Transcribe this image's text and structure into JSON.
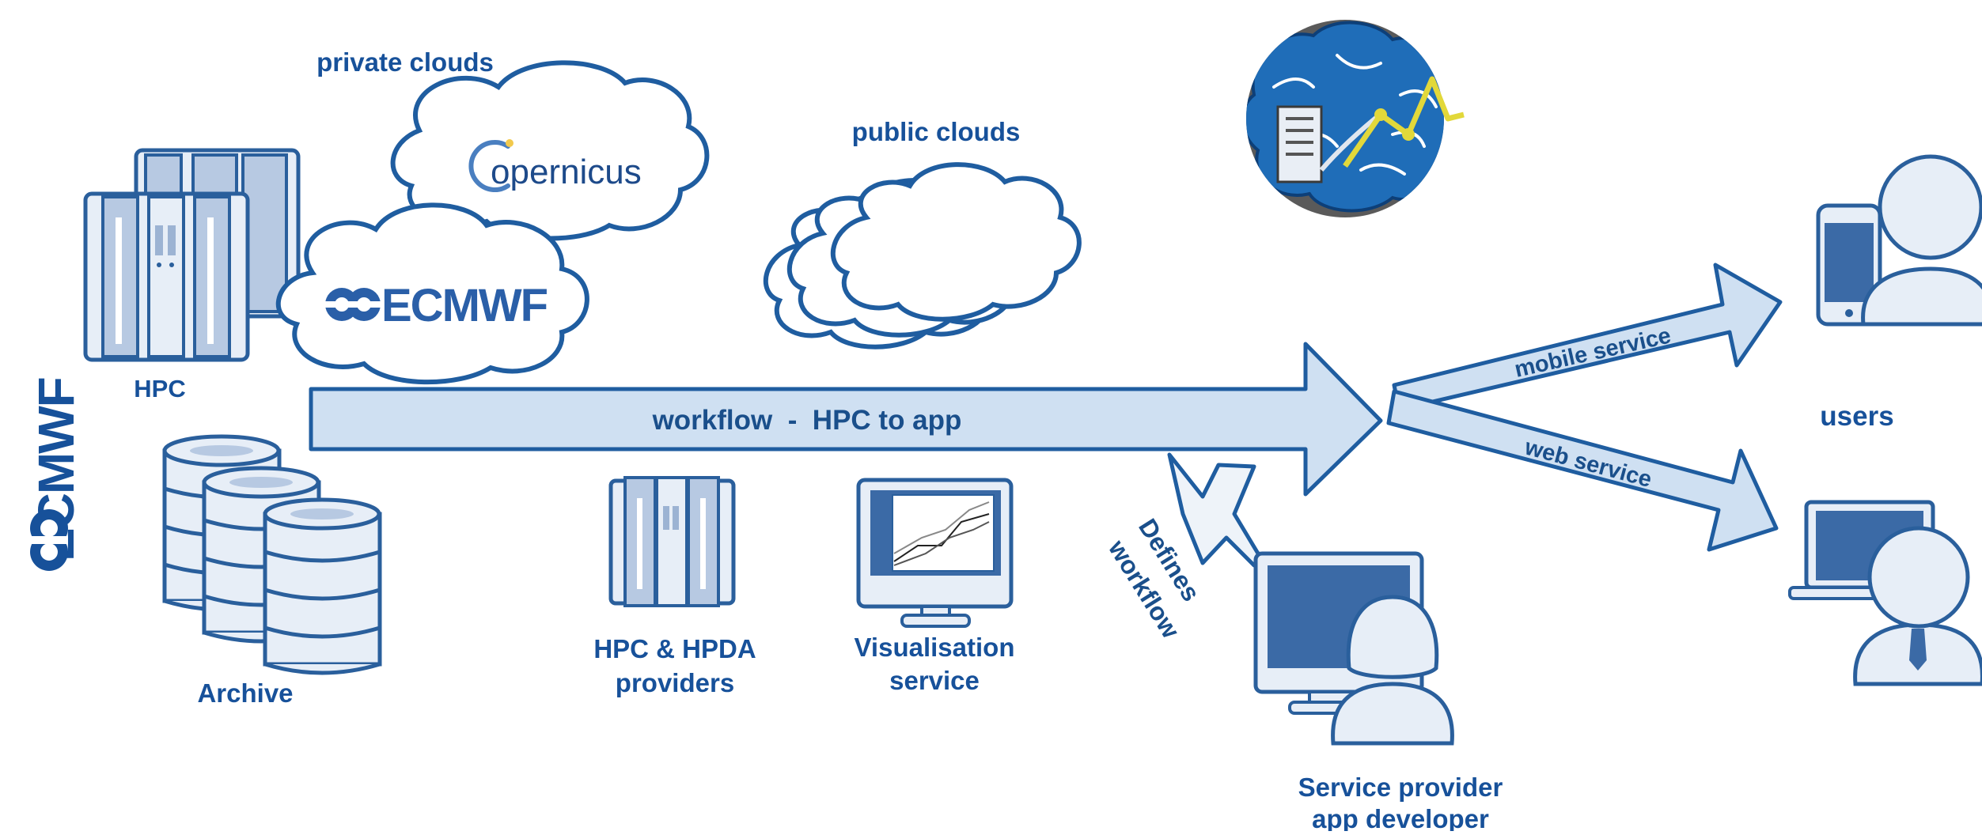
{
  "colors": {
    "primary": "#1d5497",
    "outline": "#2a5f9c",
    "arrow_fill": "#cfe0f2",
    "screen_blue": "#3b6aa6"
  },
  "labels": {
    "private_clouds": "private clouds",
    "public_clouds": "public clouds",
    "hpc": "HPC",
    "archive": "Archive",
    "ecmwf_vertical": "ECMWF",
    "ecmwf_cloud": "ECMWF",
    "copernicus": "opernicus",
    "workflow": "workflow  -  HPC to app",
    "mobile_service": "mobile service",
    "web_service": "web service",
    "users": "users",
    "defines_workflow_line1": "Defines",
    "defines_workflow_line2": "workflow",
    "hpc_hpda_line1": "HPC & HPDA",
    "hpc_hpda_line2": "providers",
    "visualisation_line1": "Visualisation",
    "visualisation_line2": "service",
    "service_provider_line1": "Service provider",
    "service_provider_line2": "app developer"
  },
  "icons": [
    "hpc-server-icon",
    "archive-database-icon",
    "cloud-icon",
    "copernicus-logo",
    "ecmwf-logo",
    "brain-ai-icon",
    "monitor-chart-icon",
    "lightning-icon",
    "user-phone-icon",
    "user-laptop-icon",
    "developer-desktop-icon"
  ]
}
